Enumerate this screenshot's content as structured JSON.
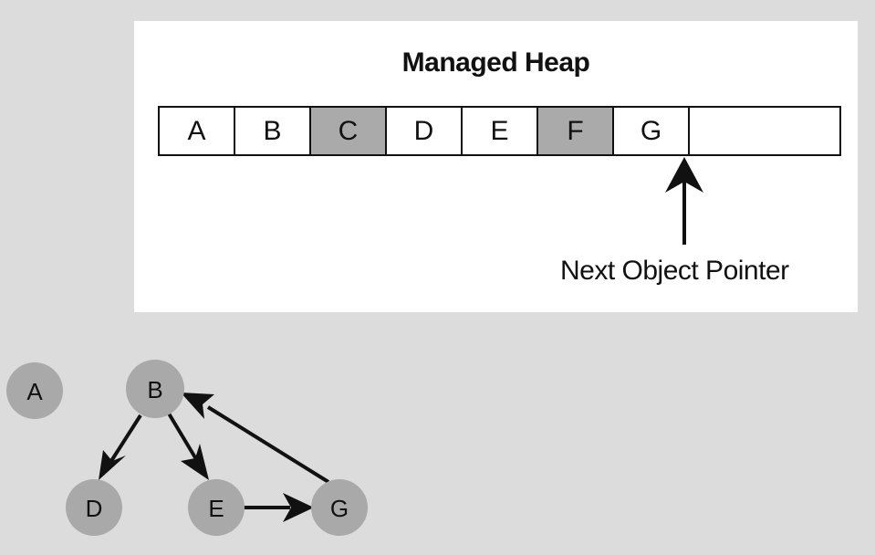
{
  "heap": {
    "title": "Managed Heap",
    "cells": [
      {
        "label": "A",
        "fill": "#ffffff"
      },
      {
        "label": "B",
        "fill": "#ffffff"
      },
      {
        "label": "C",
        "fill": "#aaaaaa"
      },
      {
        "label": "D",
        "fill": "#ffffff"
      },
      {
        "label": "E",
        "fill": "#ffffff"
      },
      {
        "label": "F",
        "fill": "#aaaaaa"
      },
      {
        "label": "G",
        "fill": "#ffffff"
      }
    ],
    "pointer_label": "Next Object Pointer"
  },
  "graph": {
    "nodes": [
      {
        "id": "A",
        "label": "A"
      },
      {
        "id": "B",
        "label": "B"
      },
      {
        "id": "D",
        "label": "D"
      },
      {
        "id": "E",
        "label": "E"
      },
      {
        "id": "G",
        "label": "G"
      }
    ],
    "edges": [
      {
        "from": "B",
        "to": "D"
      },
      {
        "from": "B",
        "to": "E"
      },
      {
        "from": "E",
        "to": "G"
      },
      {
        "from": "G",
        "to": "B"
      }
    ]
  },
  "colors": {
    "background": "#dcdcdc",
    "panel": "#ffffff",
    "ink": "#111111",
    "node_fill": "#a9a9a9",
    "highlight_cell": "#aaaaaa"
  }
}
